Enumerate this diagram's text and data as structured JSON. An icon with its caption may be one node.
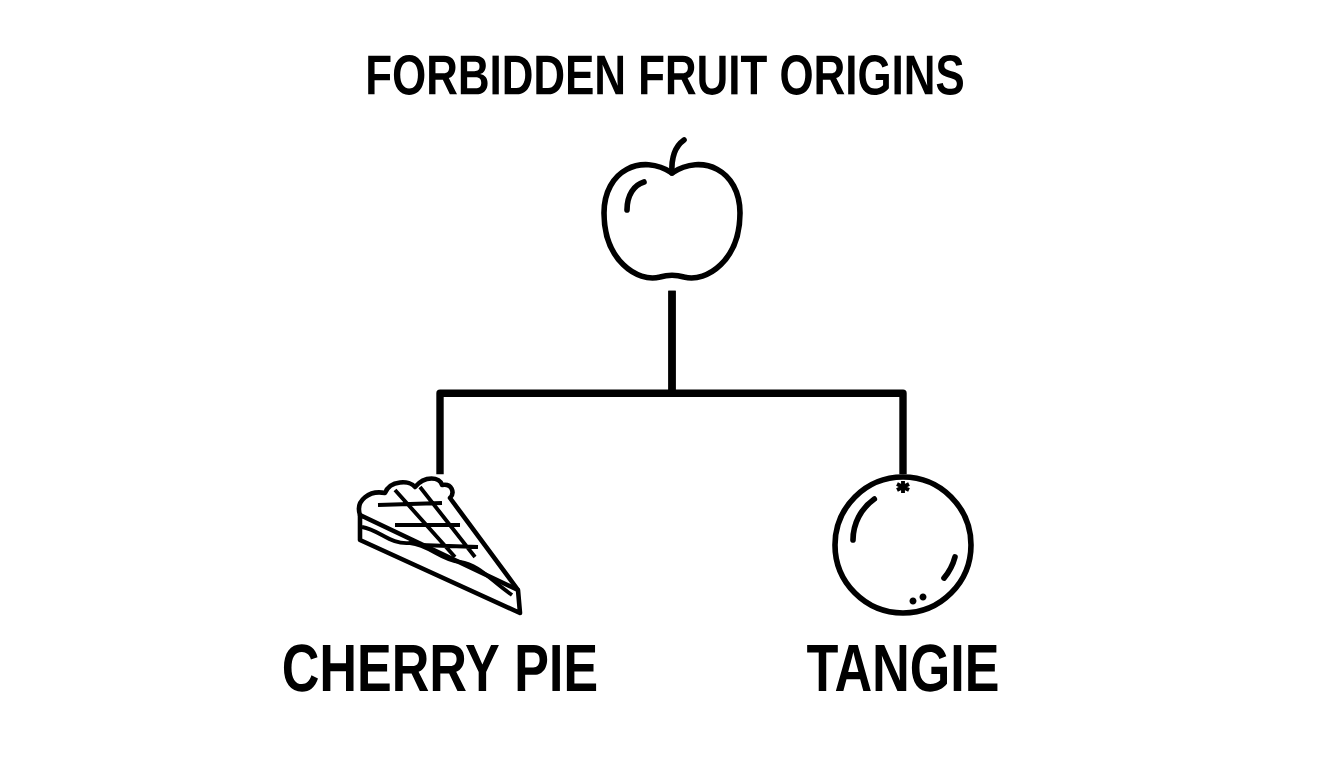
{
  "diagram": {
    "title": "FORBIDDEN FRUIT ORIGINS",
    "nodes": [
      {
        "text": [],
        "shape": "picture"
      },
      {
        "text": [],
        "shape": "picture",
        "beside": [
          "CHERRY PIE"
        ]
      },
      {
        "text": [],
        "shape": "picture",
        "beside": [
          "TANGIE"
        ]
      }
    ],
    "edges": [
      {
        "from": 0,
        "to": 1,
        "arrow": "none"
      },
      {
        "from": 0,
        "to": 2,
        "arrow": "none"
      }
    ]
  }
}
